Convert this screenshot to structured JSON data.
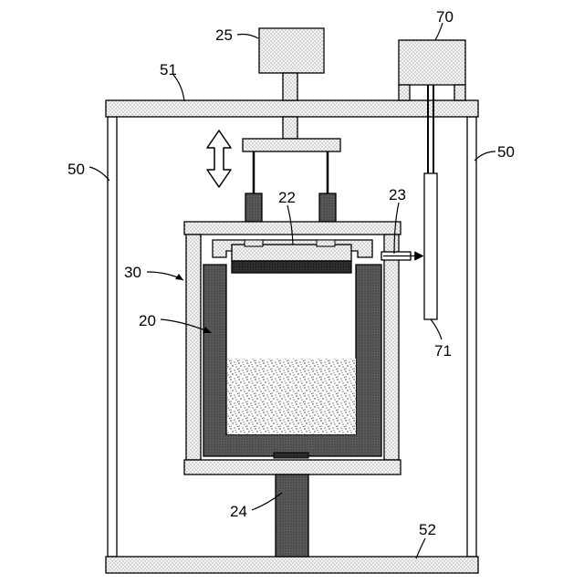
{
  "labels": {
    "motor": "25",
    "sensor_box": "70",
    "top_plate": "51",
    "frame_left": "50",
    "frame_right": "50",
    "lid_part": "22",
    "gas_outlet": "23",
    "outer_vessel": "30",
    "crucible": "20",
    "sensor_probe": "71",
    "shaft": "24",
    "bottom_plate": "52"
  }
}
